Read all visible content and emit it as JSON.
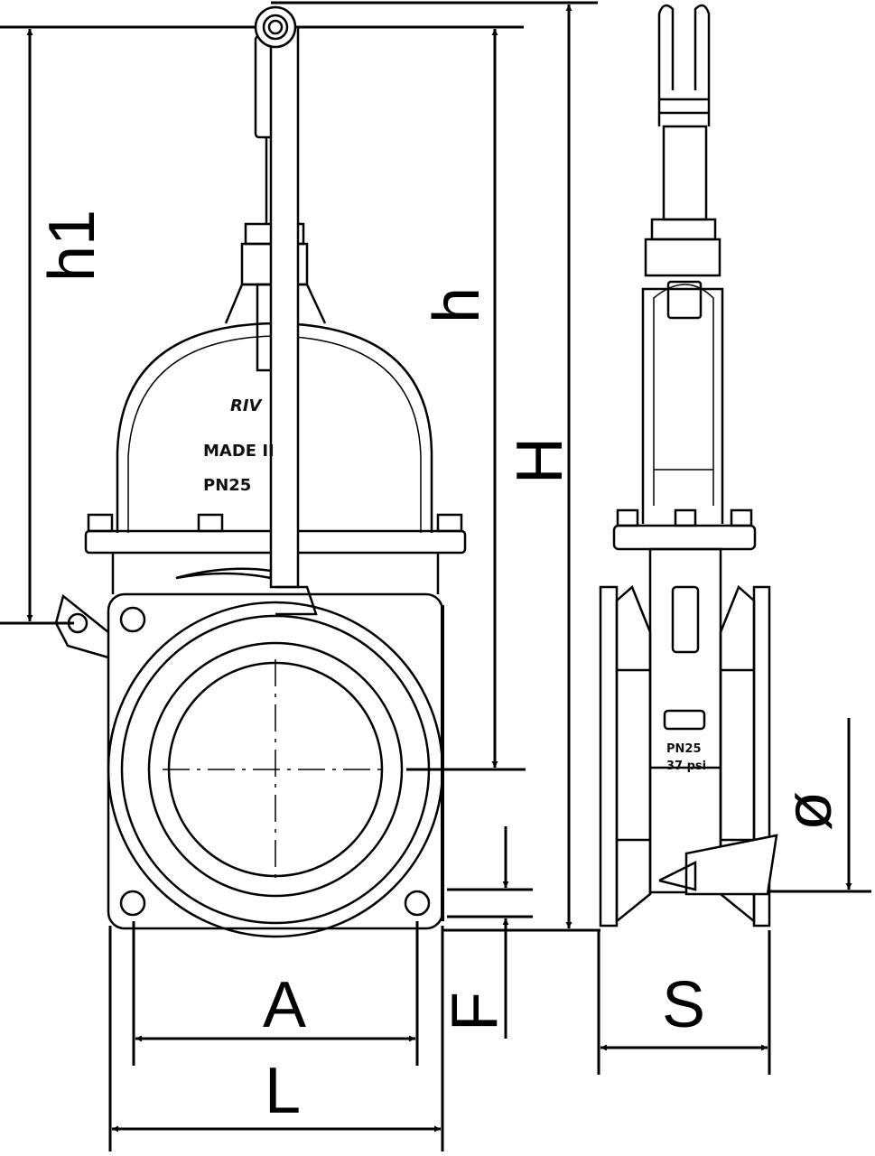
{
  "dimensions": {
    "h1": "h1",
    "h": "h",
    "H": "H",
    "A": "A",
    "L": "L",
    "F": "F",
    "S": "S",
    "diameter": "ø"
  },
  "markings": {
    "front_made_in": "MADE II",
    "front_pressure": "PN25",
    "side_pressure": "PN25",
    "side_psi": "37 psi",
    "logo": "RIV"
  },
  "colors": {
    "line": "#000000",
    "background": "#ffffff"
  }
}
